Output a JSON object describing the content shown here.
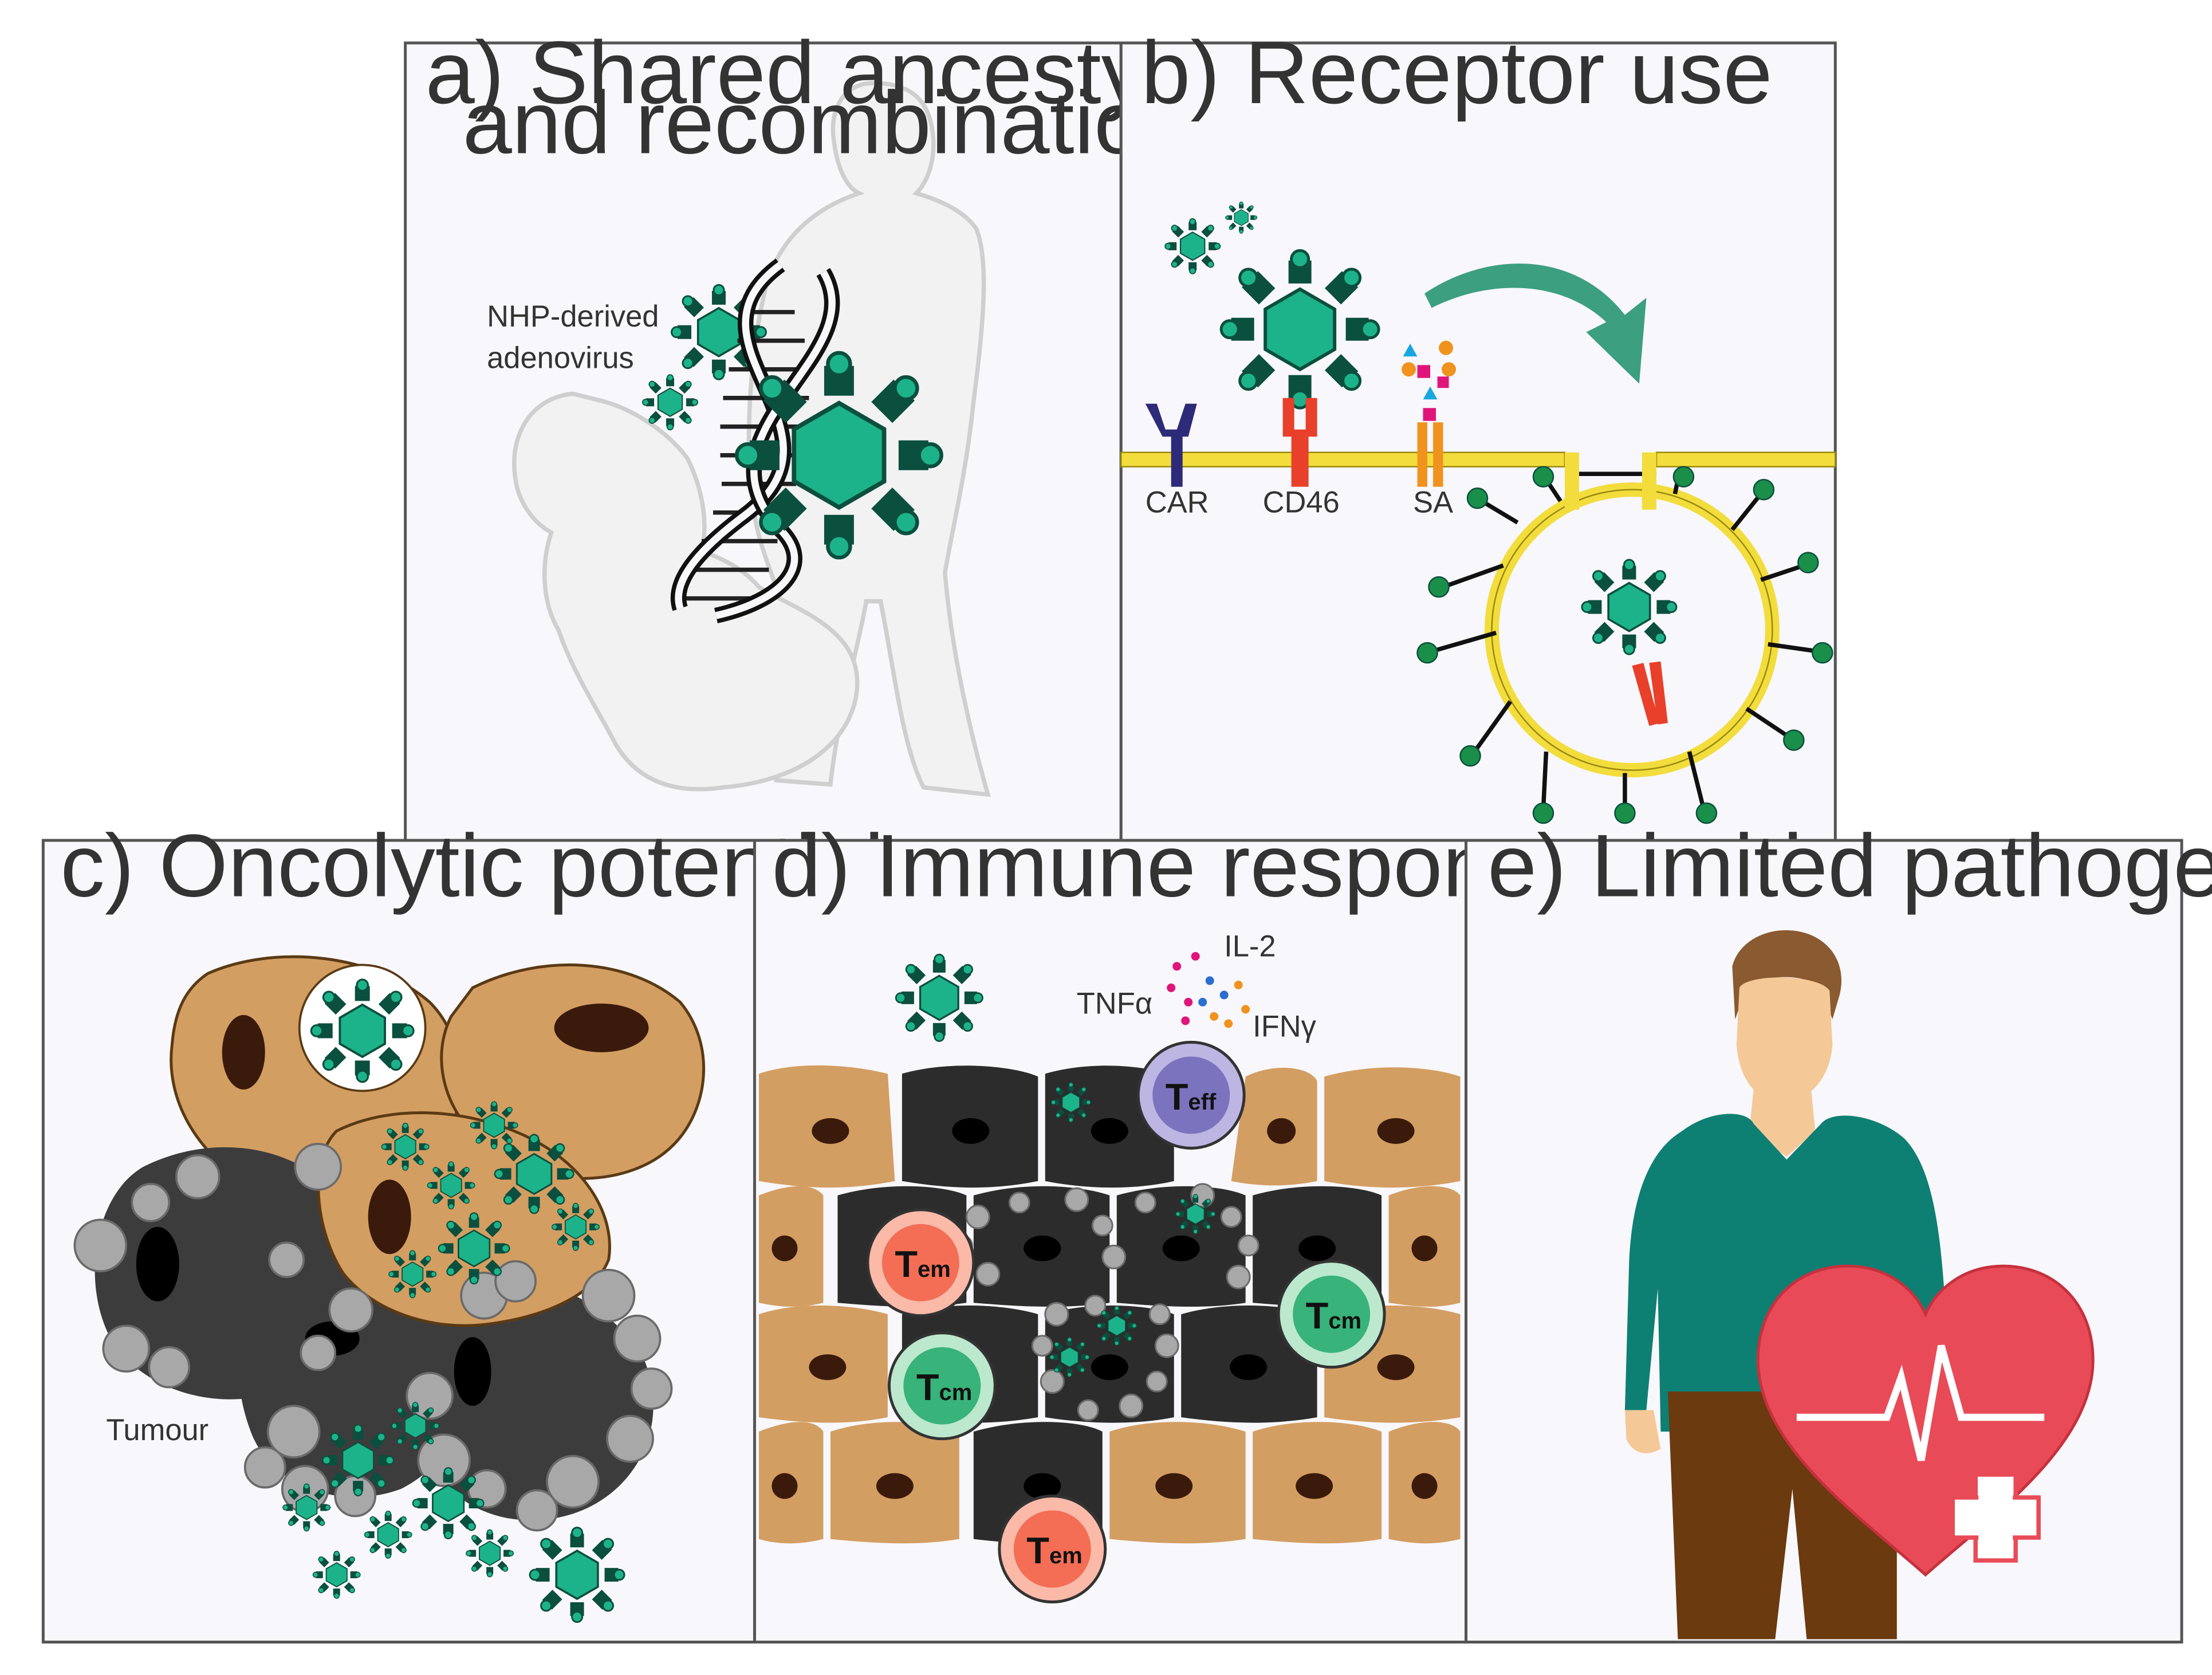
{
  "panels": {
    "a": {
      "title_line1": "a) Shared ancesty",
      "title_line2": "and recombination",
      "virus_label_line1": "NHP-derived",
      "virus_label_line2": "adenovirus"
    },
    "b": {
      "title": "b) Receptor use",
      "receptor_car": "CAR",
      "receptor_cd46": "CD46",
      "receptor_sa": "SA"
    },
    "c": {
      "title": "c) Oncolytic potential",
      "tumour_label": "Tumour"
    },
    "d": {
      "title": "d) Immune responses and memory",
      "cytokine_il2": "IL-2",
      "cytokine_tnf": "TNFα",
      "cytokine_ifn": "IFNγ",
      "teff": {
        "main": "T",
        "sub": "eff"
      },
      "tem": {
        "main": "T",
        "sub": "em"
      },
      "tcm": {
        "main": "T",
        "sub": "cm"
      }
    },
    "e": {
      "title": "e) Limited pathogenicity"
    }
  },
  "colors": {
    "virus": "#1db38a",
    "virus_dark": "#0e6b52",
    "membrane": "#f2dd3c",
    "car": "#2e2a7a",
    "cd46": "#e8402a",
    "sa": "#f0931e",
    "tan_cell": "#d39e62",
    "dark_cell": "#3c3c3c",
    "teff": "#9d96cf",
    "tem": "#f58c78",
    "tcm": "#7dd2a2",
    "shirt": "#0e7f73",
    "pants": "#6b3a0f",
    "heart": "#e84b57",
    "panel_bg": "#f8f7fb"
  },
  "icons": [
    "virus-icon",
    "dna-icon",
    "receptor-icon",
    "endosome-icon",
    "arrow-icon",
    "tumour-cell-icon",
    "t-cell-icon",
    "person-icon",
    "heart-icon",
    "plus-icon"
  ]
}
